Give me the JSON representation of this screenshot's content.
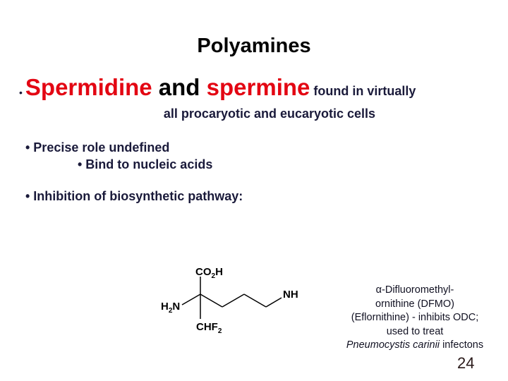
{
  "slide": {
    "title": "Polyamines",
    "main_point": {
      "bullet": "•",
      "term1": "Spermidine",
      "conj": " and ",
      "term2": "spermine",
      "rest": " found in virtually",
      "continuation": "all procaryotic and eucaryotic cells",
      "highlight_color": "#e30613"
    },
    "bullets": [
      {
        "text": "• Precise role undefined",
        "level": 1
      },
      {
        "text": "• Bind to nucleic acids",
        "level": 2
      },
      {
        "text": "• Inhibition of biosynthetic pathway:",
        "level": 1
      }
    ],
    "structure": {
      "name": "DFMO structure",
      "labels": {
        "top": "CO2H",
        "left": "H2N",
        "bottom": "CHF2",
        "right": "NH2"
      }
    },
    "caption": {
      "lines": [
        "α-Difluoromethyl-",
        "ornithine (DFMO)",
        "(Eflornithine) - inhibits ODC;",
        "used to treat"
      ],
      "last_line_italic": "Pneumocystis carinii",
      "last_line_rest": " infectons"
    },
    "page_number": "24"
  }
}
